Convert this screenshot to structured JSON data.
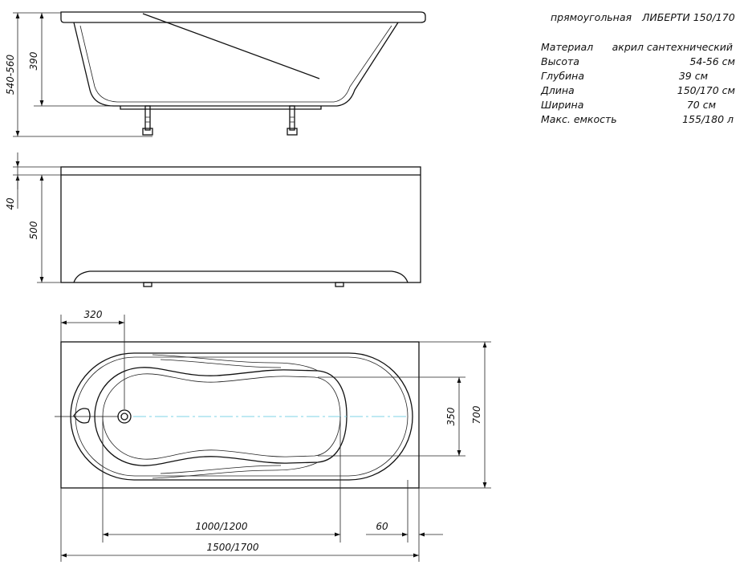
{
  "header": {
    "type": "прямоугольная",
    "model": "ЛИБЕРТИ 150/170"
  },
  "specs": [
    {
      "label": "Материал",
      "value": "акрил сантехнический"
    },
    {
      "label": "Высота",
      "value": "54-56 см"
    },
    {
      "label": "Глубина",
      "value": "39 см"
    },
    {
      "label": "Длина",
      "value": "150/170 см"
    },
    {
      "label": "Ширина",
      "value": "70 см"
    },
    {
      "label": "Макс. емкость",
      "value": "155/180 л"
    }
  ],
  "dimensions": {
    "total_height": "540-560",
    "depth": "390",
    "rim": "40",
    "panel_height": "500",
    "drain_offset": "320",
    "inner_width": "350",
    "width": "700",
    "inner_length": "1000/1200",
    "edge_offset": "60",
    "length": "1500/1700"
  },
  "colors": {
    "ink": "#111111",
    "center_line": "#7fd3e6"
  }
}
